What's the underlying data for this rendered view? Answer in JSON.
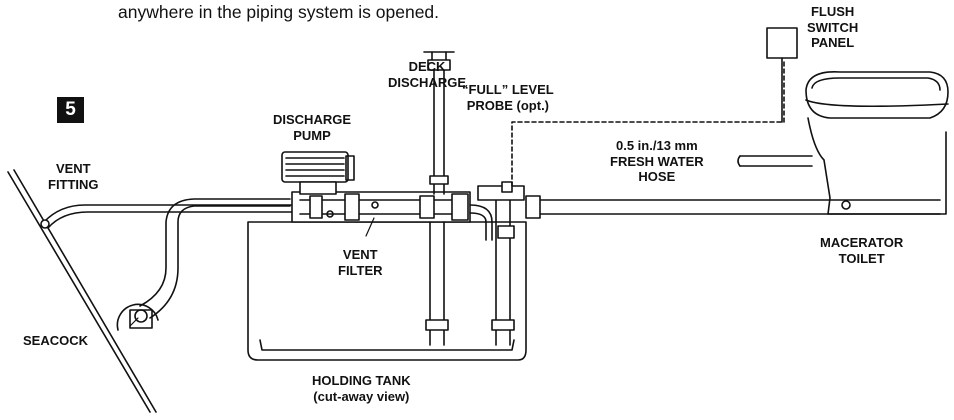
{
  "intro_text": "anywhere in the piping system is opened.",
  "step_number": "5",
  "labels": {
    "flush_switch_panel": [
      "FLUSH",
      "SWITCH",
      "PANEL"
    ],
    "deck_discharge": [
      "DECK",
      "DISCHARGE"
    ],
    "full_level_probe": [
      "“FULL” LEVEL",
      "PROBE (opt.)"
    ],
    "discharge_pump": [
      "DISCHARGE",
      "PUMP"
    ],
    "vent_fitting": [
      "VENT",
      "FITTING"
    ],
    "fresh_water_hose": [
      "0.5 in./13 mm",
      "FRESH WATER",
      "HOSE"
    ],
    "vent_filter": [
      "VENT",
      "FILTER"
    ],
    "macerator_toilet": [
      "MACERATOR",
      "TOILET"
    ],
    "seacock": [
      "SEACOCK"
    ],
    "holding_tank": [
      "HOLDING TANK",
      "(cut-away view)"
    ]
  }
}
